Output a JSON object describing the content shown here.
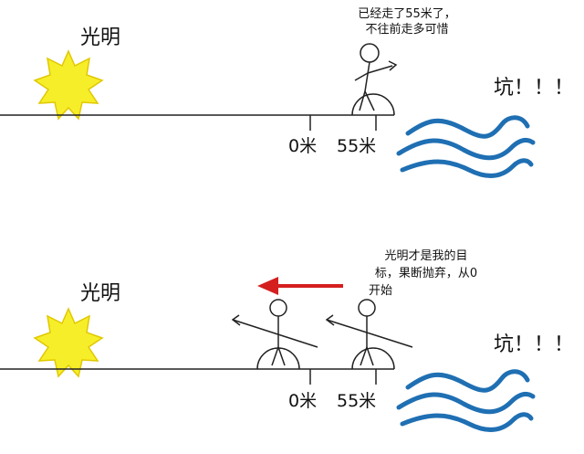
{
  "panel_top": {
    "light_label": "光明",
    "marker_0": "0米",
    "marker_55": "55米",
    "pit_label": "坑！！！",
    "speech": [
      "已经走了55米了，",
      "不往前走多可惜"
    ]
  },
  "panel_bottom": {
    "light_label": "光明",
    "marker_0": "0米",
    "marker_55": "55米",
    "pit_label": "坑！！！",
    "speech": [
      "光明才是我的目",
      "标，果断抛弃，从0",
      "开始"
    ]
  },
  "colors": {
    "sun_fill": "#f7ee2a",
    "sun_stroke": "#e0c800",
    "water": "#1f6fb3",
    "arrow_red": "#d51f1f",
    "line": "#222222"
  }
}
